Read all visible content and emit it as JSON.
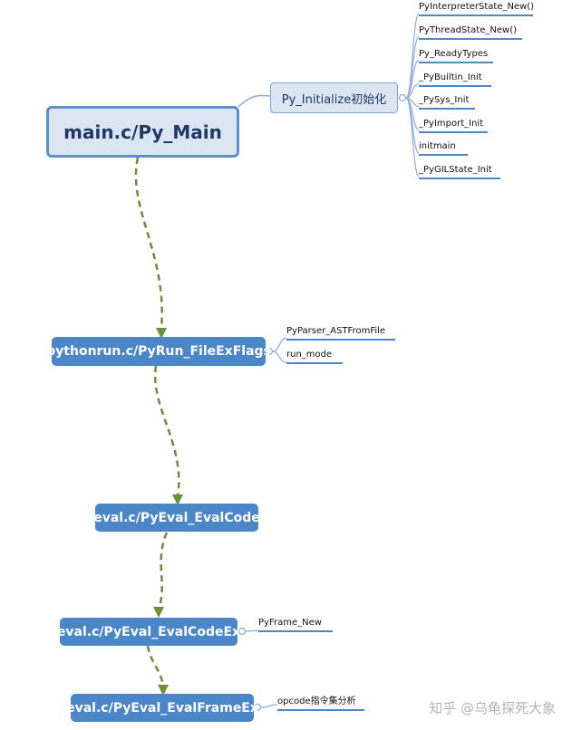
{
  "colors": {
    "node_fill": "#4a86c8",
    "root_fill": "#dce6f2",
    "link": "#6b8e3a",
    "leaf_line": "#4a86c8"
  },
  "nodes": {
    "main": "main.c/Py_Main",
    "init": "Py_Initialize初始化",
    "pythonrun": "pythonrun.c/PyRun_FileExFlags",
    "evalcode": "eval.c/PyEval_EvalCode",
    "evalcodeex": "eval.c/PyEval_EvalCodeEx",
    "evalframe": "eval.c/PyEval_EvalFrameEx"
  },
  "init_children": [
    "PyInterpreterState_New()",
    "PyThreadState_New()",
    "Py_ReadyTypes",
    "_PyBuiltin_Init",
    "_PySys_Init",
    "_PyImport_Init",
    "initmain",
    "_PyGILState_Init"
  ],
  "pythonrun_children": [
    "PyParser_ASTFromFile",
    "run_mode"
  ],
  "evalcodeex_children": [
    "PyFrame_New"
  ],
  "evalframe_children": [
    "opcode指令集分析"
  ],
  "watermark": "知乎 @乌龟探死大象"
}
